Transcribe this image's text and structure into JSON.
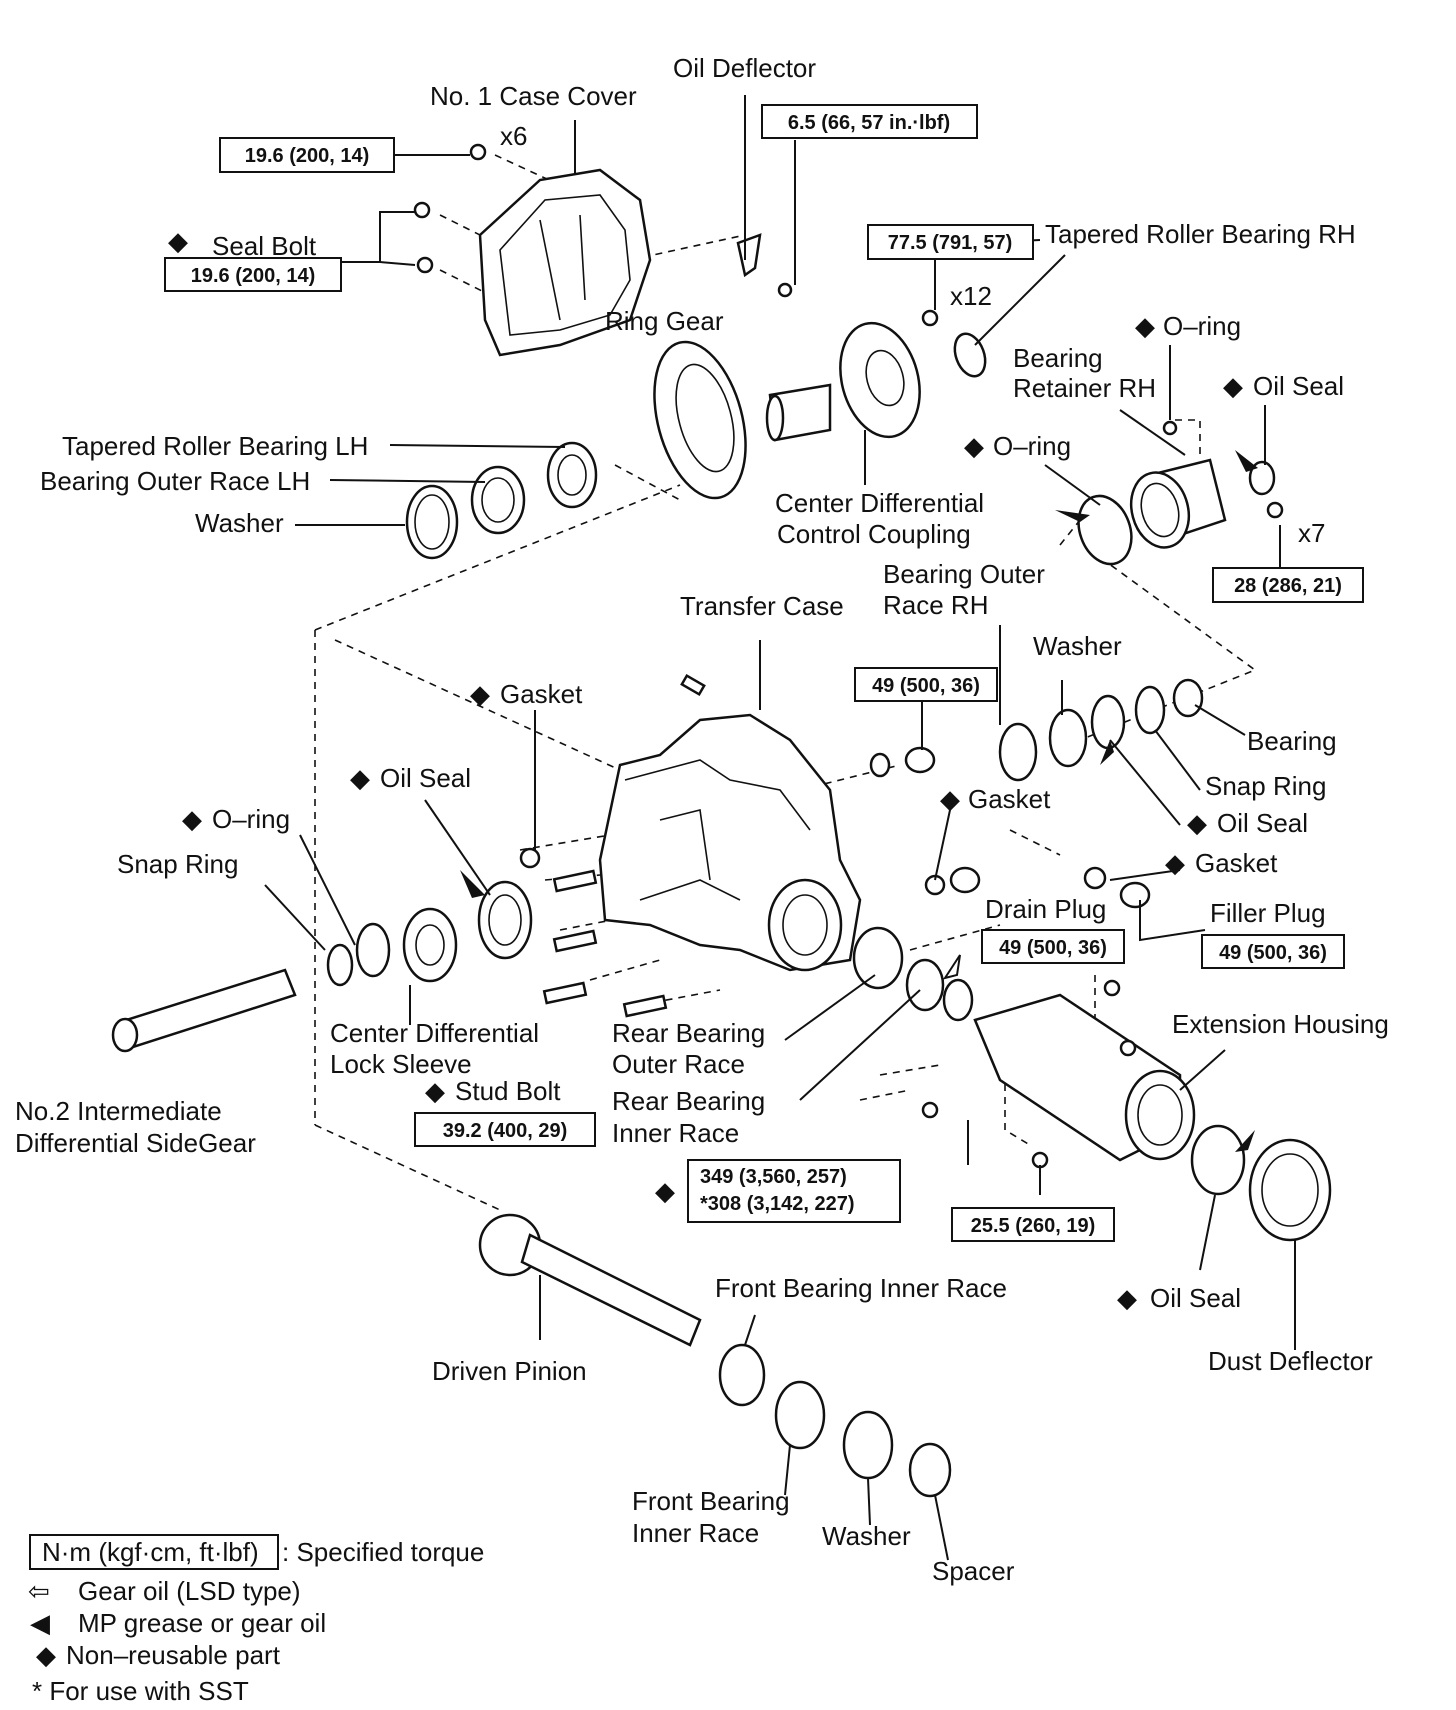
{
  "labels": {
    "case_cover": "No. 1 Case Cover",
    "oil_deflector": "Oil Deflector",
    "seal_bolt": "Seal Bolt",
    "ring_gear": "Ring Gear",
    "tapered_roller_bearing_rh": "Tapered Roller Bearing RH",
    "o_ring_top": "O–ring",
    "bearing_retainer_rh_1": "Bearing",
    "bearing_retainer_rh_2": "Retainer RH",
    "oil_seal_top": "Oil Seal",
    "o_ring_mid": "O–ring",
    "tapered_roller_bearing_lh": "Tapered Roller Bearing LH",
    "bearing_outer_race_lh": "Bearing Outer Race LH",
    "washer_left": "Washer",
    "center_diff_control_1": "Center Differential",
    "center_diff_control_2": "Control Coupling",
    "bearing_outer_race_rh_1": "Bearing Outer",
    "bearing_outer_race_rh_2": "Race RH",
    "transfer_case": "Transfer Case",
    "washer_right": "Washer",
    "bearing": "Bearing",
    "snap_ring_right": "Snap Ring",
    "oil_seal_right": "Oil Seal",
    "gasket_top": "Gasket",
    "gasket_mid": "Gasket",
    "gasket_right": "Gasket",
    "oil_seal_left": "Oil Seal",
    "o_ring_left": "O–ring",
    "snap_ring_left": "Snap Ring",
    "drain_plug": "Drain Plug",
    "filler_plug": "Filler Plug",
    "extension_housing": "Extension Housing",
    "center_diff_lock_1": "Center Differential",
    "center_diff_lock_2": "Lock Sleeve",
    "stud_bolt": "Stud Bolt",
    "rear_bearing_outer_1": "Rear Bearing",
    "rear_bearing_outer_2": "Outer Race",
    "rear_bearing_inner_1": "Rear Bearing",
    "rear_bearing_inner_2": "Inner Race",
    "no2_intermediate_1": "No.2 Intermediate",
    "no2_intermediate_2": "Differential SideGear",
    "front_bearing_inner_race_top": "Front Bearing Inner Race",
    "oil_seal_bottom": "Oil Seal",
    "dust_deflector": "Dust Deflector",
    "driven_pinion": "Driven Pinion",
    "front_bearing_inner_1": "Front Bearing",
    "front_bearing_inner_2": "Inner Race",
    "washer_bottom": "Washer",
    "spacer": "Spacer"
  },
  "quantities": {
    "x6": "x6",
    "x12": "x12",
    "x7": "x7"
  },
  "torque": {
    "case_cover": "19.6 (200, 14)",
    "seal_bolt": "19.6 (200, 14)",
    "oil_deflector": "6.5 (66, 57 in.·lbf)",
    "ring_gear": "77.5 (791, 57)",
    "bearing_retainer": "28 (286, 21)",
    "gasket_plug": "49 (500, 36)",
    "drain_plug": "49 (500, 36)",
    "filler_plug": "49 (500, 36)",
    "stud_bolt": "39.2 (400, 29)",
    "nut_1": "349 (3,560, 257)",
    "nut_2": "*308 (3,142, 227)",
    "extension_housing": "25.5 (260, 19)"
  },
  "legend": {
    "torque_unit": "N·m (kgf·cm, ft·lbf)",
    "torque_desc": ": Specified torque",
    "gear_oil": "Gear oil (LSD type)",
    "mp_grease": "MP grease or gear oil",
    "non_reusable": "Non–reusable part",
    "sst": "* For use with SST"
  },
  "symbols": {
    "diamond": "◆",
    "open_arrow": "⇦",
    "solid_arrow": "◀"
  }
}
